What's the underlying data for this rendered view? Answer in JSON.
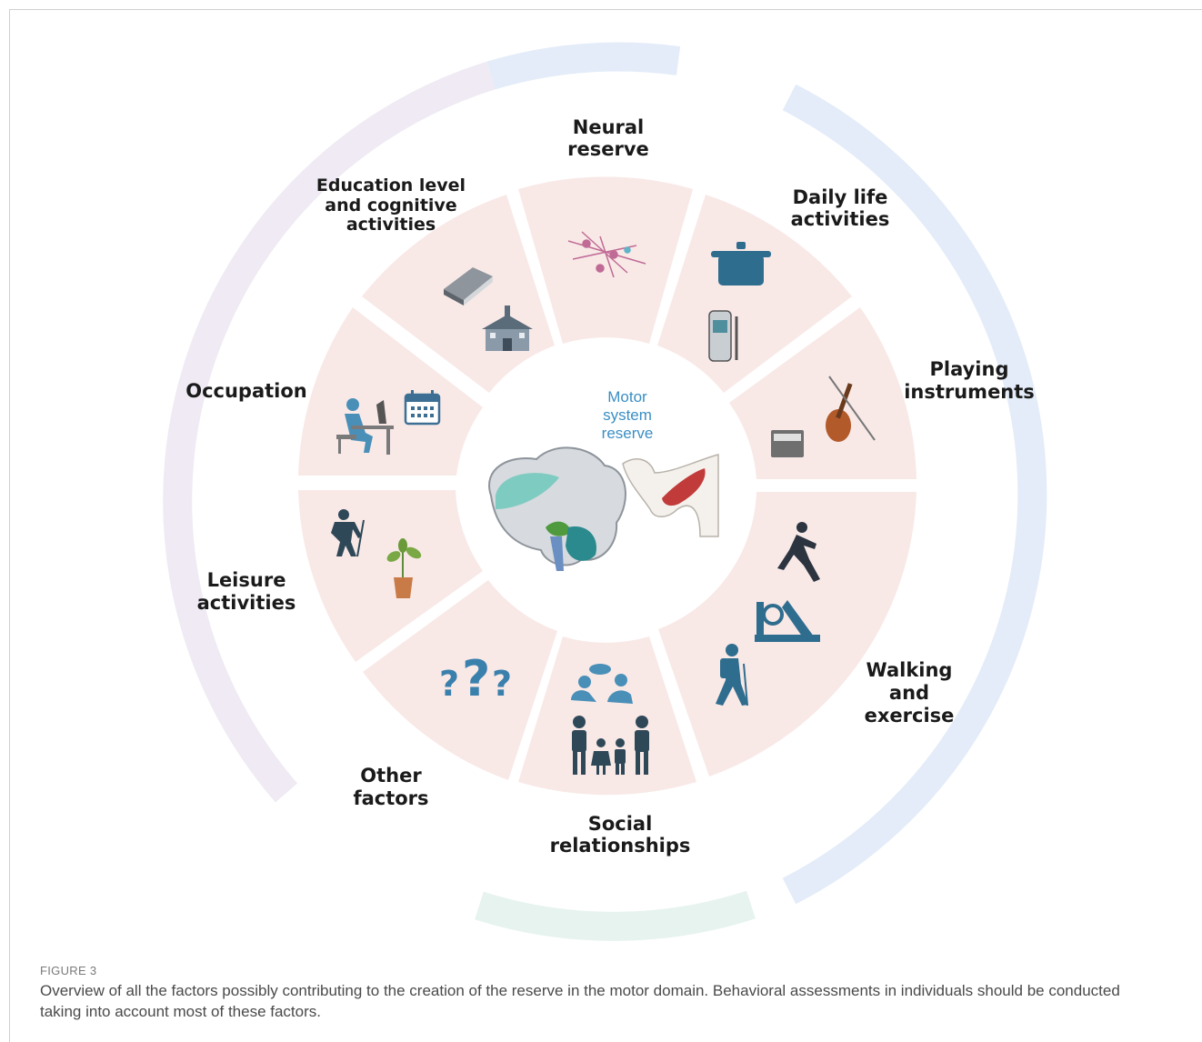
{
  "center": {
    "line1": "Motor",
    "line2": "system",
    "line3": "reserve"
  },
  "segments": {
    "neural": [
      "Neural",
      "reserve"
    ],
    "daily": [
      "Daily life",
      "activities"
    ],
    "playing": [
      "Playing",
      "instruments"
    ],
    "walking": [
      "Walking",
      "and",
      "exercise"
    ],
    "social": [
      "Social",
      "relationships"
    ],
    "other": [
      "Other",
      "factors"
    ],
    "leisure": [
      "Leisure",
      "activities"
    ],
    "occupation": [
      "Occupation"
    ],
    "education": [
      "Education level",
      "and cognitive",
      "activities"
    ]
  },
  "colors": {
    "segment_fill": "#f8e9e7",
    "icon_blue": "#2f6d8f",
    "outer_ring_blue": "#e3ecf8",
    "outer_ring_lilac": "#efeaf3",
    "outer_ring_green": "#e6f3ee",
    "center_text": "#3a8fc4"
  },
  "caption": {
    "title": "FIGURE 3",
    "text": "Overview of all the factors possibly contributing to the creation of the reserve in the motor domain. Behavioral assessments in individuals should be conducted taking into account most of these factors."
  }
}
